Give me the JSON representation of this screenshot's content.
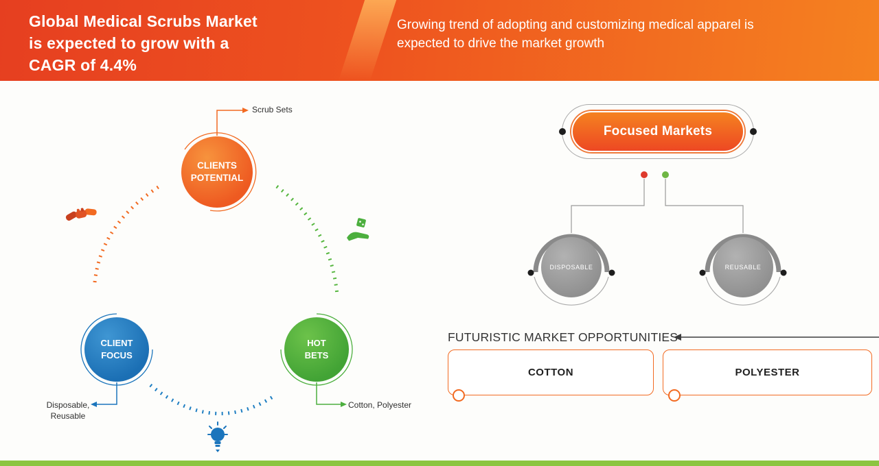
{
  "header": {
    "title": "Global Medical Scrubs Market\nis expected to grow with a\nCAGR of 4.4%",
    "subtitle": "Growing trend of adopting and customizing medical apparel is\nexpected to drive the market growth"
  },
  "cycle": {
    "clients_potential": {
      "label": "CLIENTS\nPOTENTIAL",
      "annotation": "Scrub Sets"
    },
    "client_focus": {
      "label": "CLIENT\nFOCUS",
      "annotation": "Disposable,\nReusable"
    },
    "hot_bets": {
      "label": "HOT\nBETS",
      "annotation": "Cotton, Polyester"
    }
  },
  "focused_markets": {
    "title": "Focused Markets",
    "segments": [
      {
        "label": "DISPOSABLE"
      },
      {
        "label": "REUSABLE"
      }
    ]
  },
  "opportunities": {
    "title": "FUTURISTIC MARKET OPPORTUNITIES",
    "items": [
      {
        "label": "COTTON"
      },
      {
        "label": "POLYESTER"
      }
    ]
  },
  "icons": [
    {
      "name": "handshake-icon"
    },
    {
      "name": "dice-hand-icon"
    },
    {
      "name": "lightbulb-icon"
    }
  ],
  "colors": {
    "accent_orange": "#f26a21",
    "accent_blue": "#1b75bc",
    "accent_green": "#4caf3e",
    "header_red": "#e63f20",
    "footer_green": "#8cc540",
    "gray_node": "#8f8f8f"
  }
}
